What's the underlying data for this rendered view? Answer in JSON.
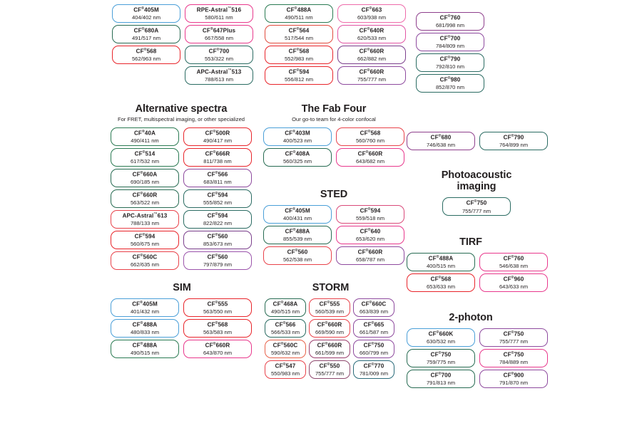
{
  "meta": {
    "registered_mark": "®",
    "trademark_mark": "™",
    "unit": "nm"
  },
  "sections": [
    {
      "id": "top-left",
      "title": "",
      "subtitle": "",
      "columns": [
        {
          "id": "top-left-col1",
          "chips": [
            {
              "name": "CF",
              "mark": "®",
              "code": "405M",
              "spec": "404/402 nm",
              "color": "#4a9fd8"
            },
            {
              "name": "CF",
              "mark": "®",
              "code": "680A",
              "spec": "491/517 nm",
              "color": "#276b52"
            },
            {
              "name": "CF",
              "mark": "®",
              "code": "568",
              "spec": "562/963 nm",
              "color": "#e8242a"
            }
          ]
        },
        {
          "id": "top-left-col2",
          "chips": [
            {
              "name": "RPE-Astral",
              "mark": "™",
              "code": "516",
              "spec": "580/611 nm",
              "color": "#e8388c"
            },
            {
              "name": "CF",
              "mark": "®",
              "code": "647Plus",
              "spec": "667/558 nm",
              "color": "#e8388c"
            },
            {
              "name": "CF",
              "mark": "®",
              "code": "700",
              "spec": "553/322 nm",
              "color": "#2a6b62"
            },
            {
              "name": "APC-Astral",
              "mark": "™",
              "code": "513",
              "spec": "788/613 nm",
              "color": "#2a6b62"
            }
          ]
        }
      ]
    },
    {
      "id": "top-mid",
      "title": "",
      "subtitle": "",
      "columns": [
        {
          "id": "top-mid-col1",
          "chips": [
            {
              "name": "CF",
              "mark": "®",
              "code": "488A",
              "spec": "490/511 nm",
              "color": "#2a7a52"
            },
            {
              "name": "CF",
              "mark": "®",
              "code": "564",
              "spec": "517/544 nm",
              "color": "#e04a3c"
            },
            {
              "name": "CF",
              "mark": "®",
              "code": "568",
              "spec": "552/983 nm",
              "color": "#e8242a"
            },
            {
              "name": "CF",
              "mark": "®",
              "code": "594",
              "spec": "556/812 nm",
              "color": "#e8242a"
            }
          ]
        },
        {
          "id": "top-mid-col2",
          "chips": [
            {
              "name": "CF",
              "mark": "®",
              "code": "663",
              "spec": "603/938 nm",
              "color": "#ee6aaa"
            },
            {
              "name": "CF",
              "mark": "®",
              "code": "640R",
              "spec": "620/533 nm",
              "color": "#e255a4"
            },
            {
              "name": "CF",
              "mark": "®",
              "code": "660R",
              "spec": "662/882 nm",
              "color": "#7b3f8c"
            },
            {
              "name": "CF",
              "mark": "®",
              "code": "660R",
              "spec": "755/777 nm",
              "color": "#8e4a9e"
            }
          ]
        }
      ]
    },
    {
      "id": "top-right",
      "title": "",
      "subtitle": "",
      "columns": [
        {
          "id": "top-right-col1",
          "chips": [
            {
              "name": "CF",
              "mark": "®",
              "code": "760",
              "spec": "681/998 nm",
              "color": "#8e3f8c"
            },
            {
              "name": "CF",
              "mark": "®",
              "code": "700",
              "spec": "784/809 nm",
              "color": "#8e4a9e"
            },
            {
              "name": "CF",
              "mark": "®",
              "code": "790",
              "spec": "792/810 nm",
              "color": "#2a6b62"
            },
            {
              "name": "CF",
              "mark": "®",
              "code": "980",
              "spec": "852/870 nm",
              "color": "#2a6b62"
            }
          ]
        }
      ]
    },
    {
      "id": "alternative-spectra",
      "title": "Alternative spectra",
      "subtitle": "For FRET, multispectral imaging, or other specialized",
      "columns": [
        {
          "id": "alt-col1",
          "chips": [
            {
              "name": "CF",
              "mark": "®",
              "code": "40A",
              "spec": "490/411 nm",
              "color": "#2a7a52"
            },
            {
              "name": "CF",
              "mark": "®",
              "code": "514",
              "spec": "617/532 nm",
              "color": "#2a7a52"
            },
            {
              "name": "CF",
              "mark": "®",
              "code": "660A",
              "spec": "690/185 nm",
              "color": "#276b52"
            },
            {
              "name": "CF",
              "mark": "®",
              "code": "660R",
              "spec": "563/522 nm",
              "color": "#276b52"
            },
            {
              "name": "APC-Astral",
              "mark": "™",
              "code": "613",
              "spec": "788/133 nm",
              "color": "#e8424a"
            },
            {
              "name": "CF",
              "mark": "®",
              "code": "594",
              "spec": "560/675 nm",
              "color": "#e8242a"
            },
            {
              "name": "CF",
              "mark": "®",
              "code": "560C",
              "spec": "662/635 nm",
              "color": "#e8424a"
            }
          ]
        },
        {
          "id": "alt-col2",
          "chips": [
            {
              "name": "CF",
              "mark": "®",
              "code": "500R",
              "spec": "490/417 nm",
              "color": "#e8242a"
            },
            {
              "name": "CF",
              "mark": "®",
              "code": "666R",
              "spec": "811/738 nm",
              "color": "#e8242a"
            },
            {
              "name": "CF",
              "mark": "®",
              "code": "566",
              "spec": "683/811 nm",
              "color": "#8e4a9e"
            },
            {
              "name": "CF",
              "mark": "®",
              "code": "594",
              "spec": "555/852 nm",
              "color": "#2a6b62"
            },
            {
              "name": "CF",
              "mark": "®",
              "code": "594",
              "spec": "822/822 nm",
              "color": "#2a6b62"
            },
            {
              "name": "CF",
              "mark": "®",
              "code": "560",
              "spec": "853/673 nm",
              "color": "#7b3f8c"
            },
            {
              "name": "CF",
              "mark": "®",
              "code": "560",
              "spec": "797/879 nm",
              "color": "#9b54ab"
            }
          ]
        }
      ]
    },
    {
      "id": "fab-four",
      "title": "The Fab Four",
      "subtitle": "Our go-to team for 4-color confocal",
      "columns": [
        {
          "id": "fab-col1",
          "chips": [
            {
              "name": "CF",
              "mark": "®",
              "code": "403M",
              "spec": "400/523 nm",
              "color": "#4a9fd8"
            },
            {
              "name": "CF",
              "mark": "®",
              "code": "408A",
              "spec": "560/325 nm",
              "color": "#276b52"
            }
          ]
        },
        {
          "id": "fab-col2",
          "chips": [
            {
              "name": "CF",
              "mark": "®",
              "code": "568",
              "spec": "560/760 nm",
              "color": "#e8424a"
            },
            {
              "name": "CF",
              "mark": "®",
              "code": "660R",
              "spec": "643/682 nm",
              "color": "#e8388c"
            }
          ]
        }
      ]
    },
    {
      "id": "sted",
      "title": "STED",
      "subtitle": "",
      "columns": [
        {
          "id": "sted-col1",
          "chips": [
            {
              "name": "CF",
              "mark": "®",
              "code": "405M",
              "spec": "400/431 nm",
              "color": "#4a9fd8"
            },
            {
              "name": "CF",
              "mark": "®",
              "code": "488A",
              "spec": "855/539 nm",
              "color": "#276b52"
            },
            {
              "name": "CF",
              "mark": "®",
              "code": "560",
              "spec": "562/538 nm",
              "color": "#e8424a"
            }
          ]
        },
        {
          "id": "sted-col2",
          "chips": [
            {
              "name": "CF",
              "mark": "®",
              "code": "594",
              "spec": "559/518 nm",
              "color": "#d94a7a"
            },
            {
              "name": "CF",
              "mark": "®",
              "code": "640",
              "spec": "653/620 nm",
              "color": "#e8388c"
            },
            {
              "name": "CF",
              "mark": "®",
              "code": "660R",
              "spec": "658/787 nm",
              "color": "#8e4a9e"
            }
          ]
        }
      ]
    },
    {
      "id": "right-upper",
      "title": "",
      "subtitle": "",
      "columns": [
        {
          "id": "right-upper-col1",
          "chips": [
            {
              "name": "CF",
              "mark": "®",
              "code": "680",
              "spec": "746/638 nm",
              "color": "#8e3f8c"
            }
          ]
        },
        {
          "id": "right-upper-col2",
          "chips": [
            {
              "name": "CF",
              "mark": "®",
              "code": "790",
              "spec": "764/899 nm",
              "color": "#2a6b62"
            }
          ]
        }
      ]
    },
    {
      "id": "photoacoustic",
      "title": "Photoacoustic imaging",
      "title_line1": "Photoacoustic",
      "title_line2": "imaging",
      "subtitle": "",
      "columns": [
        {
          "id": "pa-col1",
          "chips": [
            {
              "name": "CF",
              "mark": "®",
              "code": "750",
              "spec": "755/777 nm",
              "color": "#2a6b62"
            }
          ]
        }
      ]
    },
    {
      "id": "tirf",
      "title": "TIRF",
      "subtitle": "",
      "columns": [
        {
          "id": "tirf-col1",
          "chips": [
            {
              "name": "CF",
              "mark": "®",
              "code": "488A",
              "spec": "400/515 nm",
              "color": "#276b52"
            },
            {
              "name": "CF",
              "mark": "®",
              "code": "568",
              "spec": "653/633 nm",
              "color": "#e8242a"
            }
          ]
        },
        {
          "id": "tirf-col2",
          "chips": [
            {
              "name": "CF",
              "mark": "®",
              "code": "760",
              "spec": "546/638 nm",
              "color": "#e8388c"
            },
            {
              "name": "CF",
              "mark": "®",
              "code": "960",
              "spec": "643/633 nm",
              "color": "#e8388c"
            }
          ]
        }
      ]
    },
    {
      "id": "sim",
      "title": "SIM",
      "subtitle": "",
      "columns": [
        {
          "id": "sim-col1",
          "chips": [
            {
              "name": "CF",
              "mark": "®",
              "code": "405M",
              "spec": "401/432 nm",
              "color": "#4a9fd8"
            },
            {
              "name": "CF",
              "mark": "®",
              "code": "488A",
              "spec": "480/833 nm",
              "color": "#4a9fd8"
            },
            {
              "name": "CF",
              "mark": "®",
              "code": "488A",
              "spec": "490/515 nm",
              "color": "#2a7a52"
            }
          ]
        },
        {
          "id": "sim-col2",
          "chips": [
            {
              "name": "CF",
              "mark": "®",
              "code": "555",
              "spec": "563/550 nm",
              "color": "#e8242a"
            },
            {
              "name": "CF",
              "mark": "®",
              "code": "568",
              "spec": "563/583 nm",
              "color": "#e8242a"
            },
            {
              "name": "CF",
              "mark": "®",
              "code": "660R",
              "spec": "643/870 nm",
              "color": "#e8388c"
            }
          ]
        }
      ]
    },
    {
      "id": "storm",
      "title": "STORM",
      "subtitle": "",
      "columns": [
        {
          "id": "storm-col1",
          "chips": [
            {
              "name": "CF",
              "mark": "®",
              "code": "468A",
              "spec": "490/515 nm",
              "color": "#276b52"
            },
            {
              "name": "CF",
              "mark": "®",
              "code": "566",
              "spec": "566/533 nm",
              "color": "#2a6b62"
            },
            {
              "name": "CF",
              "mark": "®",
              "code": "560C",
              "spec": "590/632 nm",
              "color": "#e8624a"
            },
            {
              "name": "CF",
              "mark": "®",
              "code": "547",
              "spec": "550/983 nm",
              "color": "#e8424a"
            }
          ]
        },
        {
          "id": "storm-col2",
          "chips": [
            {
              "name": "CF",
              "mark": "®",
              "code": "555",
              "spec": "560/539 nm",
              "color": "#e8424a"
            },
            {
              "name": "CF",
              "mark": "®",
              "code": "660R",
              "spec": "669/590 nm",
              "color": "#e8424a"
            },
            {
              "name": "CF",
              "mark": "®",
              "code": "660R",
              "spec": "661/599 nm",
              "color": "#9b3f6e"
            },
            {
              "name": "CF",
              "mark": "®",
              "code": "550",
              "spec": "755/777 nm",
              "color": "#8e4a6e"
            }
          ]
        },
        {
          "id": "storm-col3",
          "chips": [
            {
              "name": "CF",
              "mark": "®",
              "code": "660C",
              "spec": "663/839 nm",
              "color": "#8e4a9e"
            },
            {
              "name": "CF",
              "mark": "®",
              "code": "665",
              "spec": "661/587 nm",
              "color": "#8e4a9e"
            },
            {
              "name": "CF",
              "mark": "®",
              "code": "750",
              "spec": "660/799 nm",
              "color": "#8e4a9e"
            },
            {
              "name": "CF",
              "mark": "®",
              "code": "770",
              "spec": "781/009 nm",
              "color": "#2a6b7a"
            }
          ]
        }
      ]
    },
    {
      "id": "two-photon",
      "title": "2-photon",
      "subtitle": "",
      "columns": [
        {
          "id": "tp-col1",
          "chips": [
            {
              "name": "CF",
              "mark": "®",
              "code": "660K",
              "spec": "630/532 nm",
              "color": "#4a9fd8"
            },
            {
              "name": "CF",
              "mark": "®",
              "code": "750",
              "spec": "759/775 nm",
              "color": "#276b52"
            },
            {
              "name": "CF",
              "mark": "®",
              "code": "700",
              "spec": "791/813 nm",
              "color": "#276b52"
            }
          ]
        },
        {
          "id": "tp-col2",
          "chips": [
            {
              "name": "CF",
              "mark": "®",
              "code": "750",
              "spec": "755/777 nm",
              "color": "#8e4a9e"
            },
            {
              "name": "CF",
              "mark": "®",
              "code": "750",
              "spec": "784/889 nm",
              "color": "#e8388c"
            },
            {
              "name": "CF",
              "mark": "®",
              "code": "900",
              "spec": "791/870 nm",
              "color": "#8e4a9e"
            }
          ]
        }
      ]
    }
  ]
}
